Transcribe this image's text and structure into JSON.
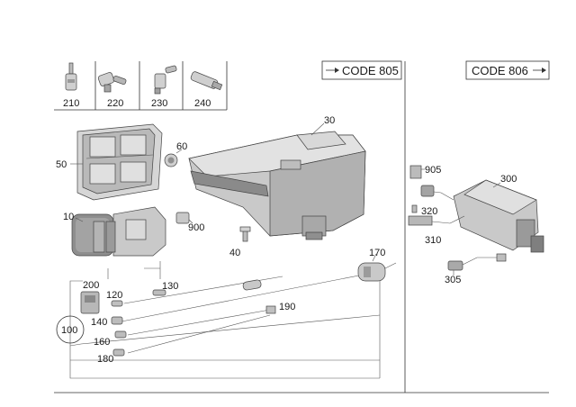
{
  "codes": {
    "left": "CODE 805",
    "right": "CODE 806"
  },
  "small_parts": [
    "210",
    "220",
    "230",
    "240"
  ],
  "callouts": {
    "c30": "30",
    "c60": "60",
    "c50": "50",
    "c10": "10",
    "c900": "900",
    "c40": "40",
    "c170": "170",
    "c200": "200",
    "c130": "130",
    "c120": "120",
    "c190": "190",
    "c140": "140",
    "c100": "100",
    "c160": "160",
    "c180": "180",
    "c905": "905",
    "c300": "300",
    "c320": "320",
    "c310": "310",
    "c305": "305"
  },
  "colors": {
    "line": "#333333",
    "part_fill": "#c9c9c9",
    "part_dark": "#7a7a7a",
    "part_light": "#e4e4e4"
  }
}
